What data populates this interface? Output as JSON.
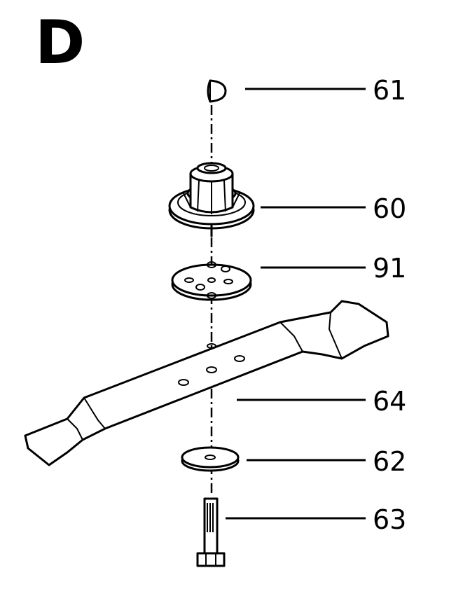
{
  "section": {
    "letter": "D"
  },
  "callouts": [
    {
      "id": "key",
      "number": "61",
      "part_icon": "half-moon-key-icon"
    },
    {
      "id": "blade-adapter",
      "number": "60",
      "part_icon": "blade-adapter-hub-icon"
    },
    {
      "id": "plate",
      "number": "91",
      "part_icon": "mounting-plate-icon"
    },
    {
      "id": "blade",
      "number": "64",
      "part_icon": "mower-blade-icon"
    },
    {
      "id": "washer",
      "number": "62",
      "part_icon": "washer-icon"
    },
    {
      "id": "bolt",
      "number": "63",
      "part_icon": "hex-bolt-icon"
    }
  ]
}
